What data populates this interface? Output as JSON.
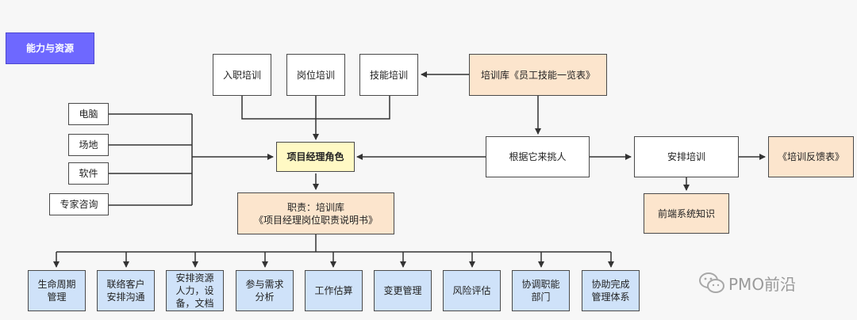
{
  "header": {
    "title": "能力与资源"
  },
  "training": {
    "onboarding": "入职培训",
    "position": "岗位培训",
    "skill": "技能培训",
    "library": "培训库《员工技能一览表》"
  },
  "resources": [
    "电脑",
    "场地",
    "软件",
    "专家咨询"
  ],
  "center": {
    "role": "项目经理角色",
    "duty_line1": "职责：培训库",
    "duty_line2": "《项目经理岗位职责说明书》"
  },
  "right": {
    "select": "根据它来挑人",
    "arrange": "安排培训",
    "feedback": "《培训反馈表》",
    "frontend": "前端系统知识"
  },
  "duties": [
    "生命周期\n管理",
    "联络客户\n安排沟通",
    "安排资源\n人力，设\n备，文档",
    "参与需求\n分析",
    "工作估算",
    "变更管理",
    "风险评估",
    "协调职能\n部门",
    "协助完成\n管理体系"
  ],
  "watermark": {
    "text": "PMO前沿",
    "icon": "wechat-icon"
  }
}
